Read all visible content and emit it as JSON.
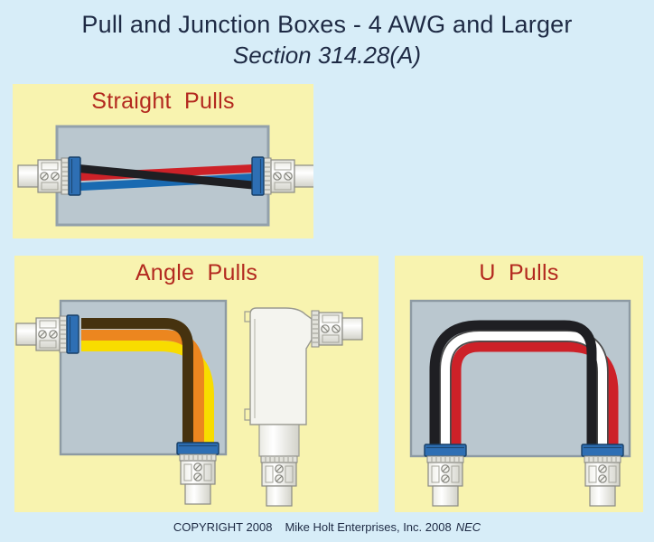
{
  "header": {
    "title": "Pull and Junction Boxes - 4 AWG and Larger",
    "subtitle": "Section 314.28(A)"
  },
  "panels": {
    "straight": {
      "title": "Straight Pulls",
      "wires": [
        {
          "name": "black",
          "color": "#1f1f23"
        },
        {
          "name": "red",
          "color": "#cd2128"
        },
        {
          "name": "blue",
          "color": "#1a6ab1"
        }
      ]
    },
    "angle": {
      "title": "Angle Pulls",
      "wires": [
        {
          "name": "brown",
          "color": "#46320f"
        },
        {
          "name": "orange",
          "color": "#ec861f"
        },
        {
          "name": "yellow",
          "color": "#f8dc00"
        }
      ]
    },
    "u": {
      "title": "U Pulls",
      "wires": [
        {
          "name": "black",
          "color": "#1f1f23"
        },
        {
          "name": "white",
          "color": "#ffffff"
        },
        {
          "name": "red",
          "color": "#cd2128"
        }
      ]
    }
  },
  "footer": {
    "copyright": "COPYRIGHT 2008",
    "publisher": "Mike Holt Enterprises, Inc. 2008",
    "code": "NEC"
  },
  "colors": {
    "page_background": "#d7edf8",
    "panel_background": "#f8f3af",
    "heading_text": "#1e2a44",
    "panel_label_red": "#b3291f",
    "box_fill": "#bac7cf",
    "box_border": "#93a1ab",
    "bushing_blue": "#2e6fb4",
    "connector_metal": "#f2f2ec"
  }
}
